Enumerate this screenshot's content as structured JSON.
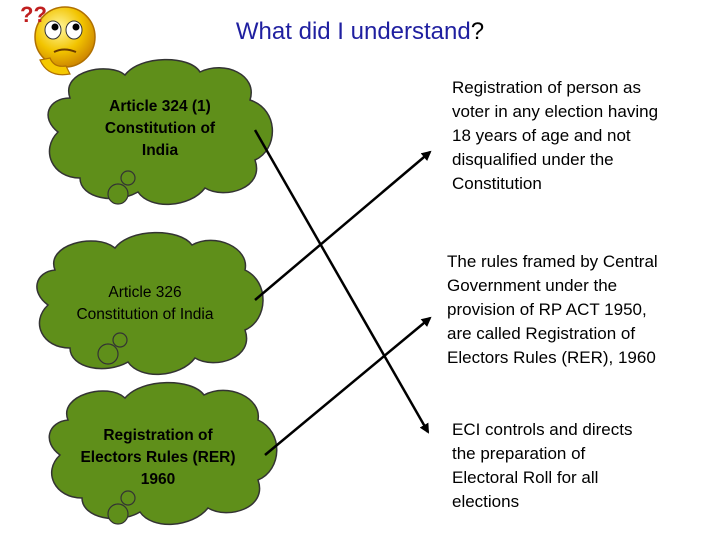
{
  "title": {
    "main": "What did I understand",
    "qmark": "?",
    "color": "#1f1fa0"
  },
  "emoji": {
    "icon": "thinking-face-icon",
    "marks": "??"
  },
  "left_boxes": [
    {
      "label": "Article 324 (1)\nConstitution of\nIndia"
    },
    {
      "label": "Article 326\nConstitution of India"
    },
    {
      "label": "Registration of\nElectors Rules (RER)\n1960"
    }
  ],
  "right_boxes": [
    {
      "text": "Registration of person as\nvoter in any election having\n18 years of age and not\ndisqualified under the\nConstitution"
    },
    {
      "text": "The rules framed by Central\nGovernment under the\nprovision of RP ACT 1950,\nare called Registration of\nElectors Rules (RER), 1960"
    },
    {
      "text": "ECI controls and directs\nthe preparation of\nElectoral Roll for all\nelections"
    }
  ],
  "colors": {
    "cloud_fill": "#5f8f1a",
    "cloud_stroke": "#333333",
    "title": "#1f1fa0"
  }
}
